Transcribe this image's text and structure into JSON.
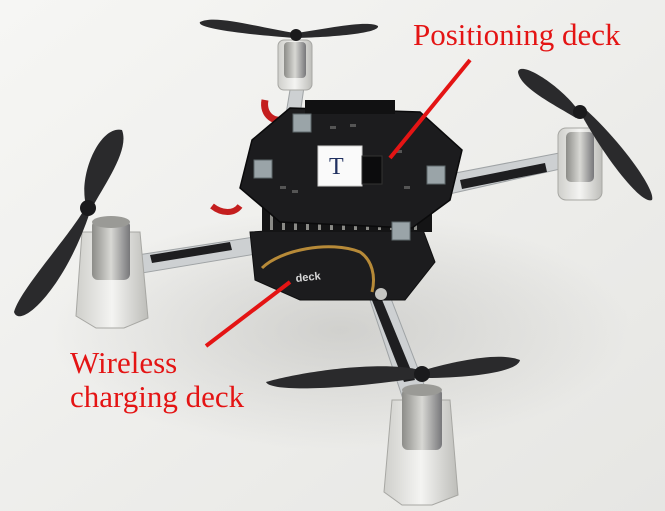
{
  "labels": {
    "positioning_deck": "Positioning deck",
    "wireless_charging": {
      "line1": "Wireless",
      "line2": "charging deck"
    }
  },
  "board_marking": "T",
  "deck_silkscreen": "deck",
  "colors": {
    "background": "#f2f2f0",
    "annotation": "#e41414",
    "pcb": "#1c1c1e",
    "propeller": "#2a2a2c",
    "motor_mount": "#dcdcd8",
    "arm": "#c9ccce"
  }
}
